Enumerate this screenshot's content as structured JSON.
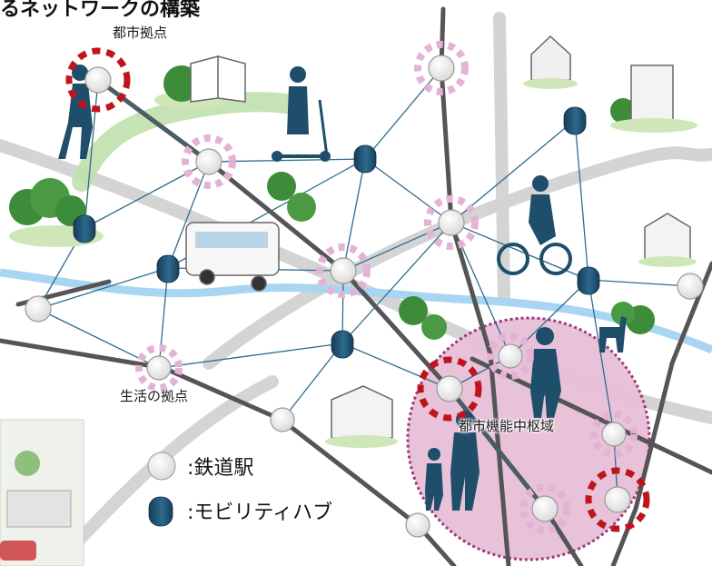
{
  "title": "るネットワークの構築",
  "labels": {
    "city_hub": "都市拠点",
    "life_hub": "生活の拠点",
    "central_area": "都市機能中枢域"
  },
  "legend": {
    "station": ":鉄道駅",
    "mobility_hub": ":モビリティハブ"
  },
  "colors": {
    "road_gray": "#d2d2d2",
    "rail": "#555555",
    "river": "#a9d7f2",
    "link_line": "#2f6c8e",
    "hub_fill": "#1e4d6e",
    "station_fill": "#ffffff",
    "halo_pink": "#e5b8d8",
    "halo_red": "#c0141c",
    "central_area_fill": "#e6bcd6",
    "central_area_border": "#9a2a72",
    "silhouette": "#1f4e6b",
    "tree": "#3d8c3a",
    "green_path": "#b9dca7"
  }
}
